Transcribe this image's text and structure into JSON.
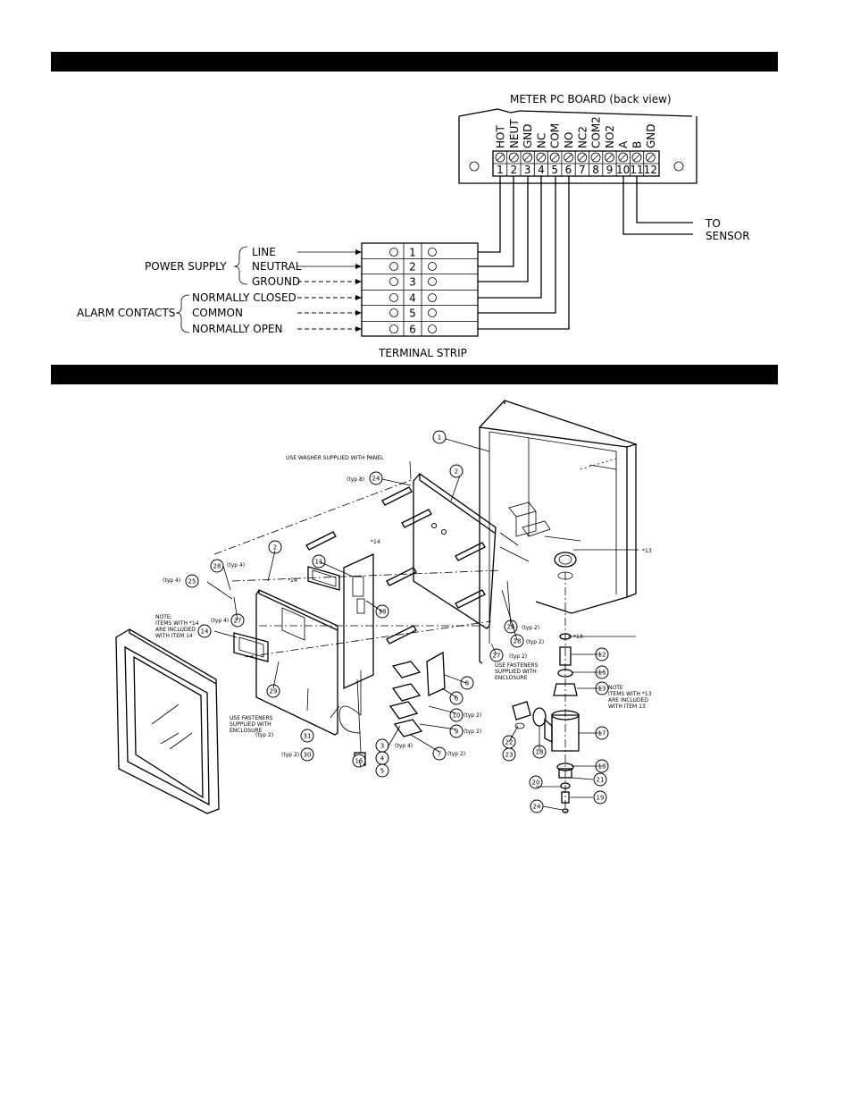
{
  "header_bars": [
    "",
    ""
  ],
  "wiring": {
    "board_title": "METER PC BOARD (back view)",
    "board_terminals": [
      {
        "num": "1",
        "label": "HOT"
      },
      {
        "num": "2",
        "label": "NEUT"
      },
      {
        "num": "3",
        "label": "GND"
      },
      {
        "num": "4",
        "label": "NC"
      },
      {
        "num": "5",
        "label": "COM"
      },
      {
        "num": "6",
        "label": "NO"
      },
      {
        "num": "7",
        "label": "NC2"
      },
      {
        "num": "8",
        "label": "COM2"
      },
      {
        "num": "9",
        "label": "NO2"
      },
      {
        "num": "10",
        "label": "A"
      },
      {
        "num": "11",
        "label": "B"
      },
      {
        "num": "12",
        "label": "GND"
      }
    ],
    "sensor_label": [
      "TO",
      "SENSOR"
    ],
    "group_power": "POWER SUPPLY",
    "group_alarm": "ALARM CONTACTS",
    "inputs": [
      "LINE",
      "NEUTRAL",
      "GROUND",
      "NORMALLY CLOSED",
      "COMMON",
      "NORMALLY OPEN"
    ],
    "strip_numbers": [
      "1",
      "2",
      "3",
      "4",
      "5",
      "6"
    ],
    "strip_title": "TERMINAL STRIP"
  },
  "exploded": {
    "notes": {
      "washer": "USE WASHER SUPPLIED WITH PANEL",
      "note14": [
        "NOTE:",
        "ITEMS WITH *14",
        "ARE INCLUDED",
        "WITH ITEM 14"
      ],
      "note13": [
        "NOTE",
        "ITEMS WITH *13",
        "ARE INCLUDED",
        "WITH ITEM 13"
      ],
      "fasteners_left": [
        "USE FASTENERS",
        "SUPPLIED WITH",
        "ENCLOSURE"
      ],
      "fasteners_right": [
        "USE FASTENERS",
        "SUPPLIED WITH",
        "ENCLOSURE"
      ]
    },
    "callouts": [
      {
        "id": "c1",
        "n": "1"
      },
      {
        "id": "c2a",
        "n": "2"
      },
      {
        "id": "c2b",
        "n": "2"
      },
      {
        "id": "c24a",
        "n": "24"
      },
      {
        "id": "c11",
        "n": "11"
      },
      {
        "id": "c28a",
        "n": "28"
      },
      {
        "id": "c25",
        "n": "25"
      },
      {
        "id": "c27a",
        "n": "27"
      },
      {
        "id": "c14",
        "n": "14"
      },
      {
        "id": "c38",
        "n": "38"
      },
      {
        "id": "c29",
        "n": "29"
      },
      {
        "id": "c31",
        "n": "31"
      },
      {
        "id": "c30",
        "n": "30"
      },
      {
        "id": "c15",
        "n": "15"
      },
      {
        "id": "c3",
        "n": "3"
      },
      {
        "id": "c4",
        "n": "4"
      },
      {
        "id": "c5",
        "n": "5"
      },
      {
        "id": "c6",
        "n": "6"
      },
      {
        "id": "c7",
        "n": "7"
      },
      {
        "id": "c8",
        "n": "8"
      },
      {
        "id": "c9",
        "n": "9"
      },
      {
        "id": "c10",
        "n": "10"
      },
      {
        "id": "c26",
        "n": "26"
      },
      {
        "id": "c28b",
        "n": "28"
      },
      {
        "id": "c27b",
        "n": "27"
      },
      {
        "id": "c12",
        "n": "12"
      },
      {
        "id": "c16",
        "n": "16"
      },
      {
        "id": "c13",
        "n": "13"
      },
      {
        "id": "c17",
        "n": "17"
      },
      {
        "id": "c18a",
        "n": "18"
      },
      {
        "id": "c18b",
        "n": "18"
      },
      {
        "id": "c22",
        "n": "22"
      },
      {
        "id": "c23",
        "n": "23"
      },
      {
        "id": "c21",
        "n": "21"
      },
      {
        "id": "c20",
        "n": "20"
      },
      {
        "id": "c19",
        "n": "19"
      },
      {
        "id": "c24b",
        "n": "24"
      }
    ],
    "qty": {
      "typ8": "(typ 8)",
      "typ4a": "(typ 4)",
      "typ4b": "(typ 4)",
      "typ4c": "(typ 4)",
      "typ4d": "(typ 4)",
      "typ2a": "(typ 2)",
      "typ2b": "(typ 2)",
      "typ2c": "(typ 2)",
      "typ2d": "(typ 2)",
      "typ2e": "(typ 2)",
      "typ2f": "(typ 2)",
      "typ2g": "(typ 2)",
      "typ2h": "(typ 2)"
    },
    "star14a": "*14",
    "star14b": "*14",
    "star13a": "*13",
    "star13b": "*13"
  }
}
